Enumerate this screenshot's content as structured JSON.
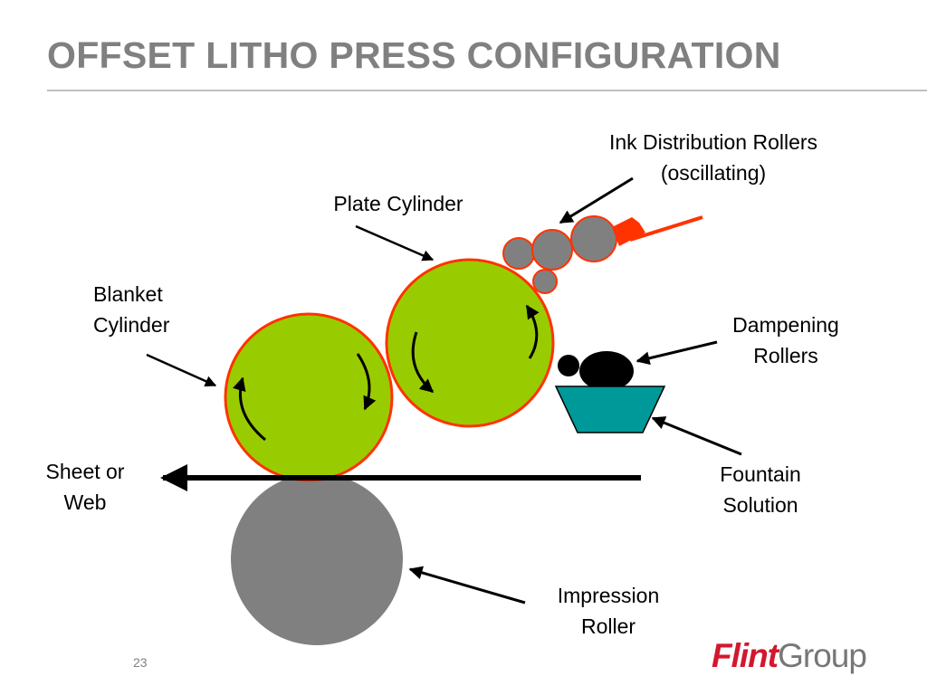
{
  "title": "OFFSET LITHO PRESS CONFIGURATION",
  "page_number": "23",
  "logo": {
    "part1": "Flint",
    "part2": "Group"
  },
  "labels": {
    "ink_rollers": [
      "Ink Distribution Rollers",
      "(oscillating)"
    ],
    "plate_cylinder": "Plate Cylinder",
    "blanket_cylinder": [
      "Blanket",
      "Cylinder"
    ],
    "dampening_rollers": [
      "Dampening",
      "Rollers"
    ],
    "sheet_or_web": [
      "Sheet or",
      "Web"
    ],
    "fountain_solution": [
      "Fountain",
      "Solution"
    ],
    "impression_roller": [
      "Impression",
      "Roller"
    ]
  },
  "colors": {
    "cylinder_fill": "#99cc00",
    "cylinder_outline": "#ff3300",
    "roller_gray": "#808080",
    "fountain_tray": "#009999",
    "ink_fountain": "#ff3300",
    "title": "#808080"
  }
}
